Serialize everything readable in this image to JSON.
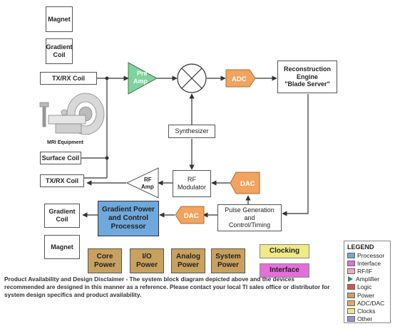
{
  "blocks": {
    "magnet_top": "Magnet",
    "gradient_coil_top": "Gradient\nCoil",
    "txrx_coil_top": "TX/RX Coil",
    "mri_equipment": "MRI Equipment",
    "surface_coil": "Surface Coil",
    "txrx_coil_bottom": "TX/RX Coil",
    "gradient_coil_bottom": "Gradient\nCoil",
    "magnet_bottom": "Magnet",
    "preamp_line1": "Pre",
    "preamp_line2": "Amp",
    "adc_top": "ADC",
    "recon_engine": "Reconstruction\nEngine\n\"Blade Server\"",
    "synthesizer": "Synthesizer",
    "rf_amp_line1": "RF",
    "rf_amp_line2": "Amp",
    "rf_modulator": "RF\nModulator",
    "dac_right": "DAC",
    "pulse_generation": "Pulse Generation\nand\nControl/Timing",
    "dac_left": "DAC",
    "gradient_processor": "Gradient Power\nand Control\nProcessor",
    "core_power": "Core\nPower",
    "io_power": "I/O\nPower",
    "analog_power": "Analog\nPower",
    "system_power": "System\nPower",
    "clocking": "Clocking",
    "interface": "Interface"
  },
  "legend": {
    "title": "LEGEND",
    "items": [
      {
        "label": "Processor",
        "color": "#6fa8dc",
        "icon": "square"
      },
      {
        "label": "Interface",
        "color": "#e36fda",
        "icon": "square"
      },
      {
        "label": "RF/IF",
        "color": "#f4a7c0",
        "icon": "square"
      },
      {
        "label": "Amplifier",
        "color": "#2e8b57",
        "icon": "triangle"
      },
      {
        "label": "Logic",
        "color": "#d9534f",
        "icon": "square"
      },
      {
        "label": "Power",
        "color": "#c9a15f",
        "icon": "square"
      },
      {
        "label": "ADC/DAC",
        "color": "#f0a460",
        "icon": "square"
      },
      {
        "label": "Clocks",
        "color": "#f0ea86",
        "icon": "square"
      },
      {
        "label": "Other",
        "color": "#9b8fd6",
        "icon": "square"
      }
    ]
  },
  "disclaimer": "Product Availability and Design Disclaimer - The system block diagram depicted above and the devices recommended are  designed in this manner as a reference. Please contact your local TI sales office or distributor for system design specifics and product availability.",
  "colors": {
    "processor": "#6fa8dc",
    "power": "#c9a15f",
    "adc_dac": "#f0a460",
    "amplifier": "#7ed39a",
    "clocking": "#f0ea86",
    "interface": "#e36fda"
  }
}
